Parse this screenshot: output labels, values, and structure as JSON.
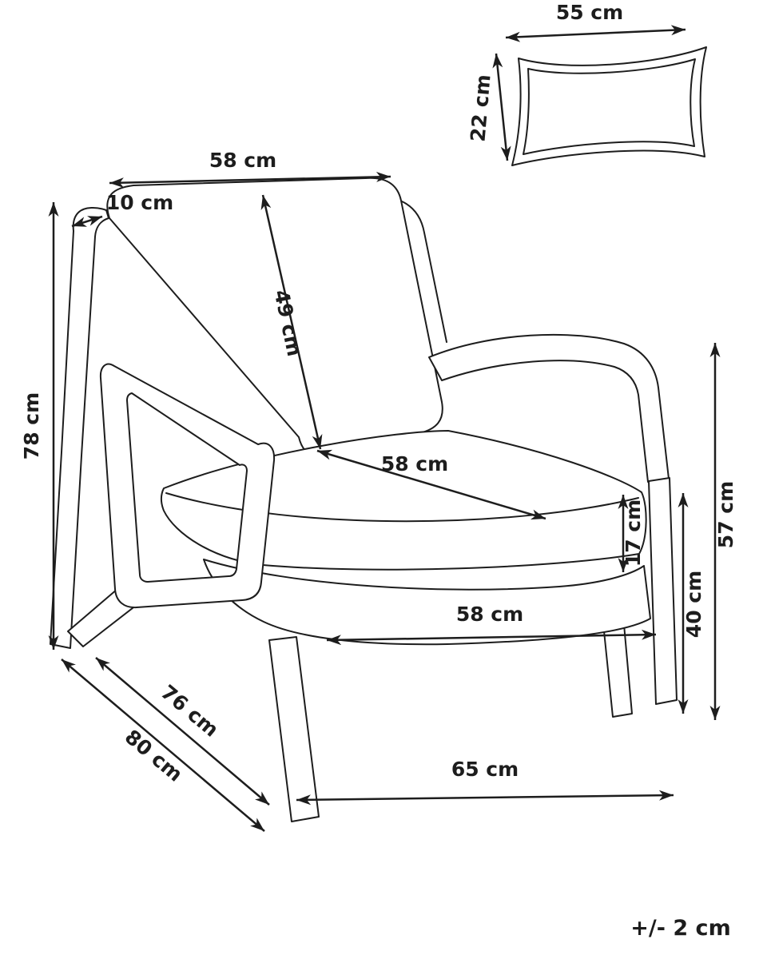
{
  "page": {
    "background": "#ffffff",
    "line_color": "#1d1d1d",
    "tolerance_note": "+/- 2 cm"
  },
  "drawing": {
    "subject": "armchair dimension line drawing",
    "inset": "cushion pillow line drawing"
  },
  "dimensions": {
    "pillow_width": "55 cm",
    "pillow_depth": "22 cm",
    "backrest_top_width": "58 cm",
    "frame_thickness": "10 cm",
    "backrest_height": "49 cm",
    "overall_height": "78 cm",
    "seat_width_diagonal": "58 cm",
    "seat_cushion_thickness": "17 cm",
    "seat_frame_width": "58 cm",
    "under_seat_height": "40 cm",
    "armrest_height": "57 cm",
    "seat_depth": "76 cm",
    "overall_depth": "80 cm",
    "base_width": "65 cm"
  }
}
